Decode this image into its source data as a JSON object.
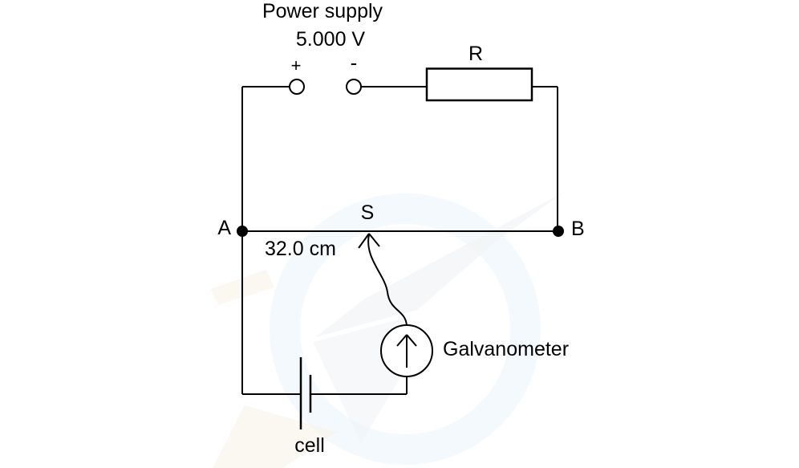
{
  "labels": {
    "power_supply": "Power supply",
    "voltage": "5.000 V",
    "positive_terminal": "+",
    "negative_terminal": "-",
    "resistor": "R",
    "point_a": "A",
    "point_b": "B",
    "slider": "S",
    "length": "32.0 cm",
    "galvanometer": "Galvanometer",
    "cell": "cell"
  },
  "colors": {
    "line": "#000000",
    "background": "#ffffff",
    "watermark_blue": "#eaf4fa",
    "watermark_gray": "#f1f4f6",
    "watermark_cream": "#f8f3e7"
  }
}
